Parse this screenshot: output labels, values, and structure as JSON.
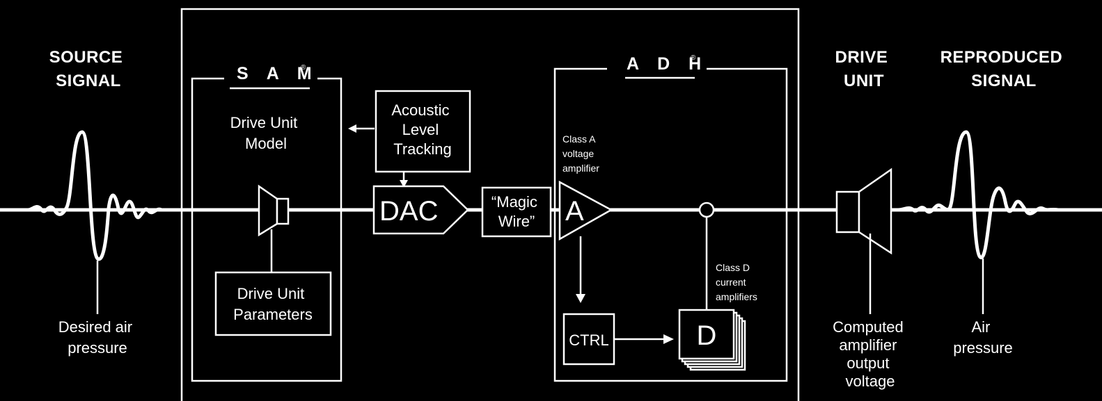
{
  "labels": {
    "source_signal": [
      "SOURCE",
      "SIGNAL"
    ],
    "desired_pressure": [
      "Desired air",
      "pressure"
    ],
    "sam_brand": "S A M",
    "reg_mark": "®",
    "drive_unit_model": [
      "Drive Unit",
      "Model"
    ],
    "drive_unit_params": [
      "Drive Unit",
      "Parameters"
    ],
    "acoustic_level": [
      "Acoustic",
      "Level",
      "Tracking"
    ],
    "dac": "DAC",
    "magic_wire": [
      "“Magic",
      "Wire”"
    ],
    "adh_brand": "A D H",
    "class_a": [
      "Class A",
      "voltage",
      "amplifier"
    ],
    "amp_a": "A",
    "ctrl": "CTRL",
    "amp_d": "D",
    "class_d": [
      "Class D",
      "current",
      "amplifiers"
    ],
    "drive_unit": [
      "DRIVE",
      "UNIT"
    ],
    "computed_voltage": [
      "Computed",
      "amplifier",
      "output",
      "voltage"
    ],
    "reproduced_signal": [
      "REPRODUCED",
      "SIGNAL"
    ],
    "air_pressure": [
      "Air",
      "pressure"
    ]
  },
  "colors": {
    "background": "#000000",
    "foreground": "#ffffff"
  }
}
